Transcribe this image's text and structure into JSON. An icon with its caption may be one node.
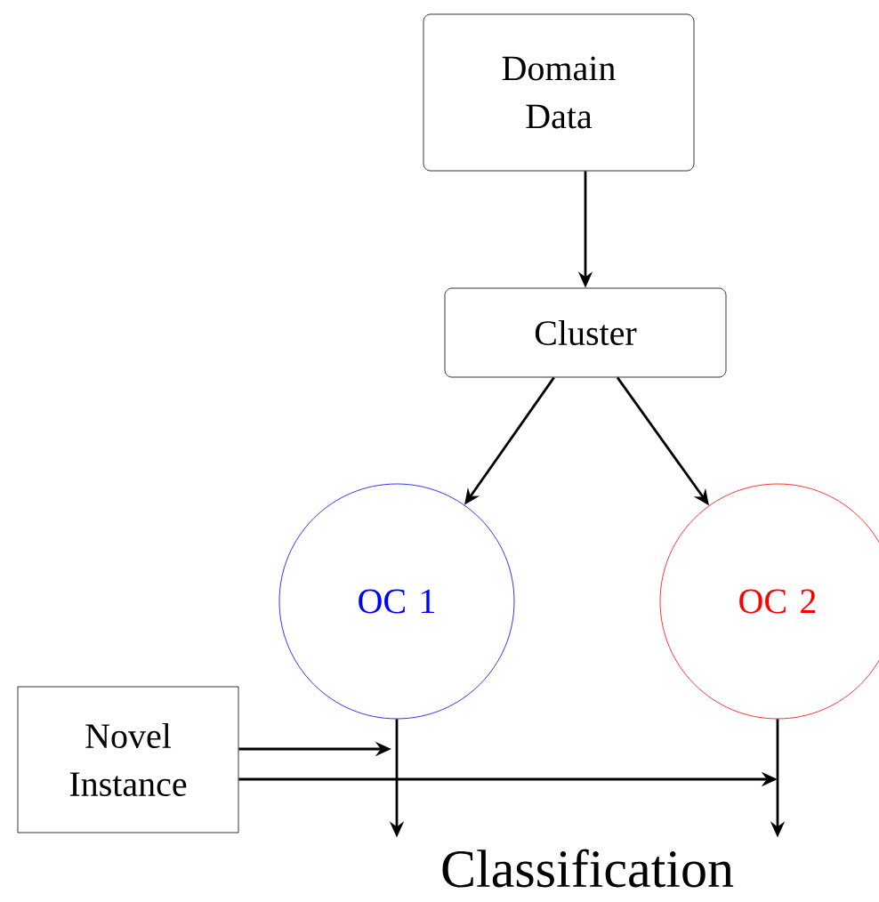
{
  "diagram": {
    "nodes": [
      {
        "text": [
          "Domain Data"
        ]
      },
      {
        "text": [
          "Cluster"
        ]
      },
      {
        "text": [
          "OC 1"
        ]
      },
      {
        "text": [
          "OC 2"
        ]
      },
      {
        "text": [
          "Novel Instance"
        ]
      },
      {
        "text": [
          "Classification"
        ]
      }
    ],
    "edges": [
      {
        "from": 0,
        "to": 1,
        "arrow": "to"
      },
      {
        "from": 1,
        "to": 2,
        "arrow": "to"
      },
      {
        "from": 1,
        "to": 3,
        "arrow": "to"
      },
      {
        "from": 4,
        "to": 2,
        "arrow": "to"
      },
      {
        "from": 4,
        "to": 3,
        "arrow": "to"
      },
      {
        "from": 2,
        "to": 5,
        "arrow": "to"
      },
      {
        "from": 3,
        "to": 5,
        "arrow": "to"
      }
    ]
  }
}
